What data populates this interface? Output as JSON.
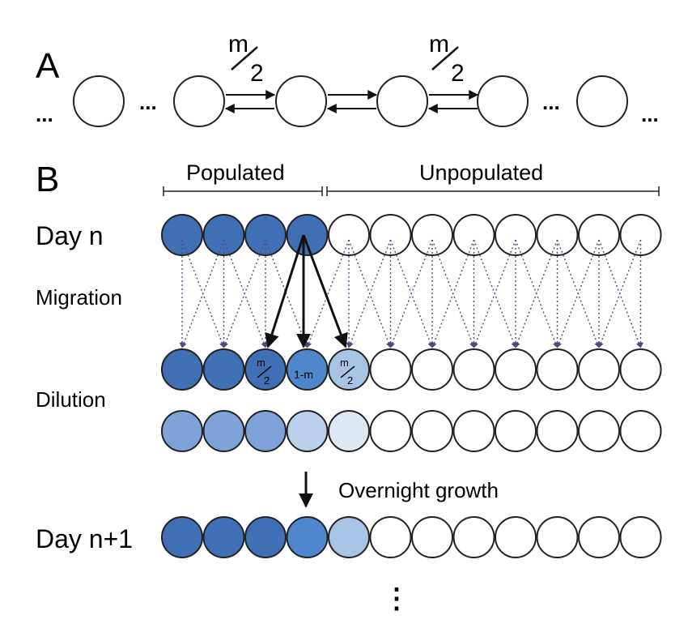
{
  "panel_a": {
    "label": "A",
    "rate_left": {
      "num": "m",
      "den": "2"
    },
    "rate_right": {
      "num": "m",
      "den": "2"
    },
    "ellipsis": "..."
  },
  "panel_b": {
    "label": "B",
    "populated_label": "Populated",
    "unpopulated_label": "Unpopulated",
    "day_n_label": "Day n",
    "migration_label": "Migration",
    "dilution_label": "Dilution",
    "overnight_label": "Overnight growth",
    "day_n1_label": "Day n+1",
    "vertical_ellipsis": "⋮",
    "cell_labels": {
      "m_half_num": "m",
      "m_half_den": "2",
      "one_minus_m": "1-m"
    }
  },
  "colors": {
    "dark_blue": "#3f6fb4",
    "mid_blue": "#4f87cc",
    "light_blue": "#a9c3e7",
    "pale_blue": "#bcd0ec",
    "faint_blue": "#dde8f5",
    "white": "#ffffff",
    "stroke": "#222222",
    "dotted_arrow": "#4d4d7a"
  },
  "rows": {
    "day_n": [
      "#3f6fb4",
      "#3f6fb4",
      "#3f6fb4",
      "#3f6fb4",
      "#ffffff",
      "#ffffff",
      "#ffffff",
      "#ffffff",
      "#ffffff",
      "#ffffff",
      "#ffffff",
      "#ffffff"
    ],
    "after_migration": [
      "#3f6fb4",
      "#3f6fb4",
      "#3f6fb4",
      "#4f87cc",
      "#a9c3e7",
      "#ffffff",
      "#ffffff",
      "#ffffff",
      "#ffffff",
      "#ffffff",
      "#ffffff",
      "#ffffff"
    ],
    "after_dilution": [
      "#7ea3d8",
      "#7ea3d8",
      "#7ea3d8",
      "#bcd0ec",
      "#dde8f5",
      "#ffffff",
      "#ffffff",
      "#ffffff",
      "#ffffff",
      "#ffffff",
      "#ffffff",
      "#ffffff"
    ],
    "day_n1": [
      "#3f6fb4",
      "#3f6fb4",
      "#3f6fb4",
      "#4f87cc",
      "#a9c3e7",
      "#ffffff",
      "#ffffff",
      "#ffffff",
      "#ffffff",
      "#ffffff",
      "#ffffff",
      "#ffffff"
    ]
  }
}
